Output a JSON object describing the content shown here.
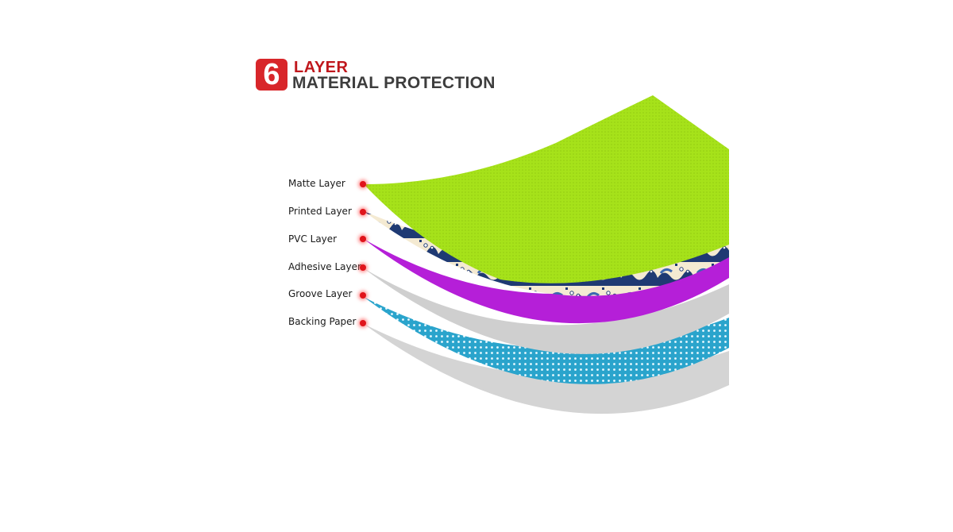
{
  "header": {
    "badge_number": "6",
    "title_line1": "LAYER",
    "title_line2": "MATERIAL PROTECTION"
  },
  "layers": [
    {
      "label": "Matte Layer",
      "material": "lime-green-textured-sheet"
    },
    {
      "label": "Printed Layer",
      "material": "wave-print-sheet"
    },
    {
      "label": "PVC Layer",
      "material": "purple-sheet"
    },
    {
      "label": "Adhesive Layer",
      "material": "gray-sheet"
    },
    {
      "label": "Groove Layer",
      "material": "blue-dotted-sheet"
    },
    {
      "label": "Backing Paper",
      "material": "light-gray-sheet"
    }
  ],
  "colors": {
    "accent_red": "#d8262a",
    "title_red": "#c0171c",
    "title_gray": "#3d3d3d",
    "marker_red": "#e0141b",
    "matte_green": "#a6e21a",
    "pvc_purple": "#b51fd8",
    "adhesive_gray": "#cfcfcf",
    "groove_blue": "#2aa4cc",
    "backing_gray": "#d4d4d4",
    "print_navy": "#1f3a73",
    "print_cream": "#f4ead2"
  }
}
